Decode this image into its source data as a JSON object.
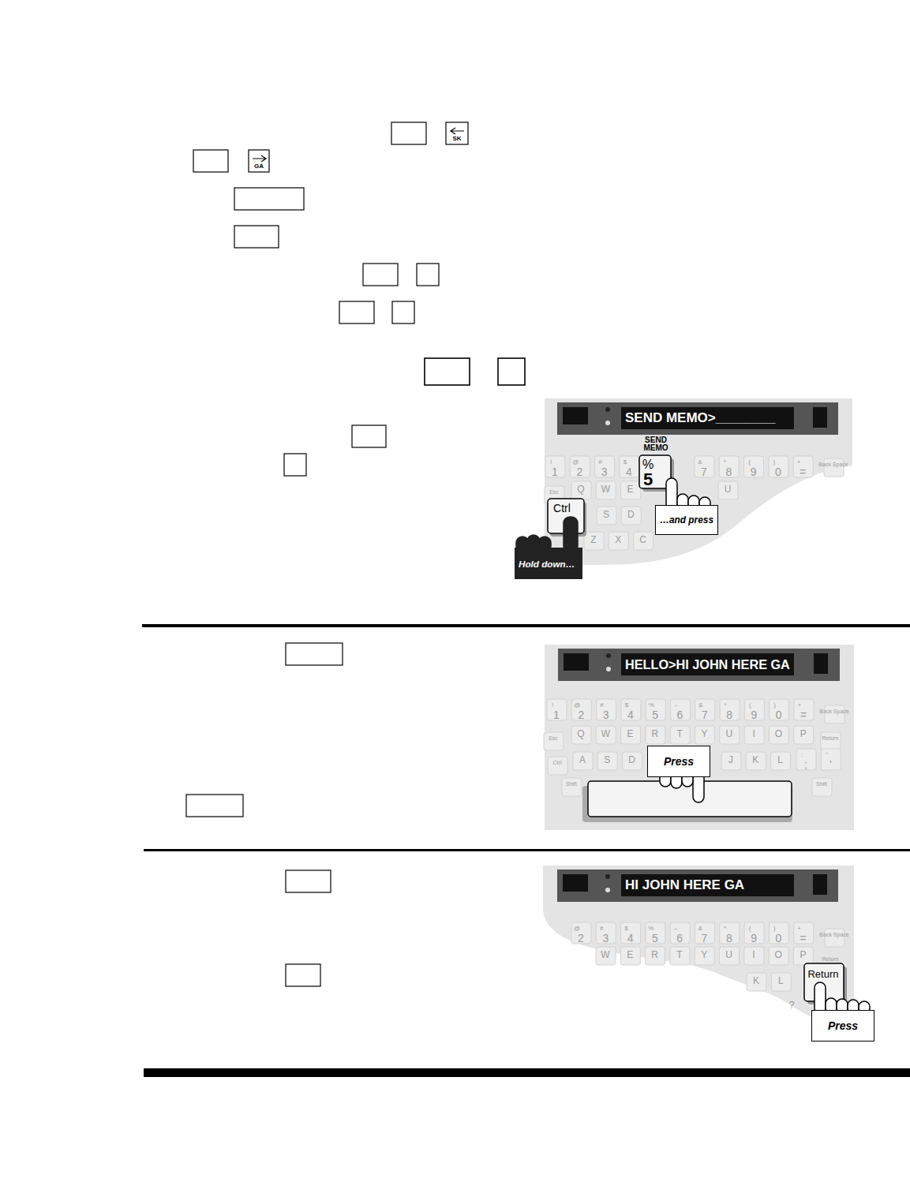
{
  "diagram": {
    "nodes": [
      {
        "text": [
          "SEND MEMO>________"
        ]
      },
      {
        "text": [
          "…and press"
        ]
      },
      {
        "text": [
          "Hold down…"
        ]
      },
      {
        "text": [
          "HELLO>HI JOHN HERE GA"
        ]
      },
      {
        "text": [
          "Press"
        ]
      },
      {
        "text": [
          "HI JOHN HERE GA"
        ]
      },
      {
        "text": [
          "Press"
        ]
      }
    ],
    "labels": [
      "SK",
      "GA",
      "SEND MEMO",
      "%",
      "5",
      "Ctrl",
      "!",
      "1",
      "@",
      "2",
      "#",
      "3",
      "$",
      "4",
      "&",
      "7",
      "*",
      "8",
      "(",
      "9",
      ")",
      "0",
      "+",
      "=",
      "Back Space",
      "Esc",
      "Q",
      "W",
      "E",
      "U",
      "S",
      "D",
      "Z",
      "X",
      "C",
      "!",
      "1",
      "@",
      "2",
      "#",
      "3",
      "$",
      "4",
      "%",
      "5",
      "–",
      "6",
      "&",
      "7",
      "*",
      "8",
      "(",
      "9",
      ")",
      "0",
      "+",
      "=",
      "Back Space",
      "Esc",
      "Q",
      "W",
      "E",
      "R",
      "T",
      "Y",
      "U",
      "I",
      "O",
      "P",
      "Return",
      "Ctrl",
      "A",
      "S",
      "D",
      "J",
      "K",
      "L",
      ":",
      ";",
      "\"",
      "'",
      "Shift",
      "Shift",
      "@",
      "2",
      "#",
      "3",
      "$",
      "4",
      "%",
      "5",
      "–",
      "6",
      "&",
      "7",
      "*",
      "8",
      "(",
      "9",
      ")",
      "0",
      "+",
      "=",
      "Back Space",
      "W",
      "E",
      "R",
      "T",
      "Y",
      "U",
      "I",
      "O",
      "P",
      "Return",
      "K",
      "L",
      "?",
      "Return"
    ]
  }
}
